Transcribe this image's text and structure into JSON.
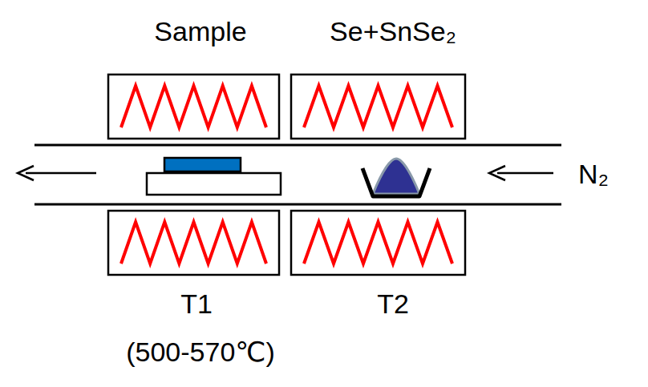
{
  "diagram": {
    "labels": [
      "Sample",
      "Se+SnSe₂",
      "N₂",
      "T1",
      "(500-570℃)",
      "T2"
    ]
  }
}
